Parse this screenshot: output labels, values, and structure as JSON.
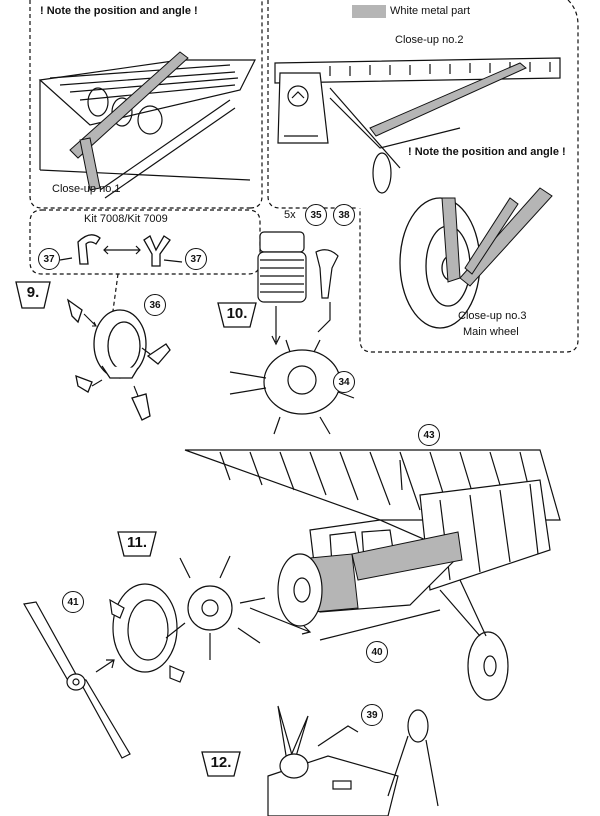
{
  "legend": {
    "label": "White metal part",
    "swatch_color": "#b5b5b5"
  },
  "notes": {
    "top_left": "! Note the position and angle !",
    "right": "! Note the position and angle !"
  },
  "closeups": {
    "one": "Close-up no.1",
    "two": "Close-up no.2",
    "three_line1": "Close-up no.3",
    "three_line2": "Main wheel"
  },
  "kits": {
    "label": "Kit 7008/Kit 7009"
  },
  "steps": {
    "s9": "9.",
    "s10": "10.",
    "s11": "11.",
    "s12": "12."
  },
  "quantity": "5x",
  "parts": {
    "p35": "35",
    "p38": "38",
    "p37a": "37",
    "p37b": "37",
    "p36": "36",
    "p34": "34",
    "p43": "43",
    "p41": "41",
    "p40": "40",
    "p39": "39"
  }
}
